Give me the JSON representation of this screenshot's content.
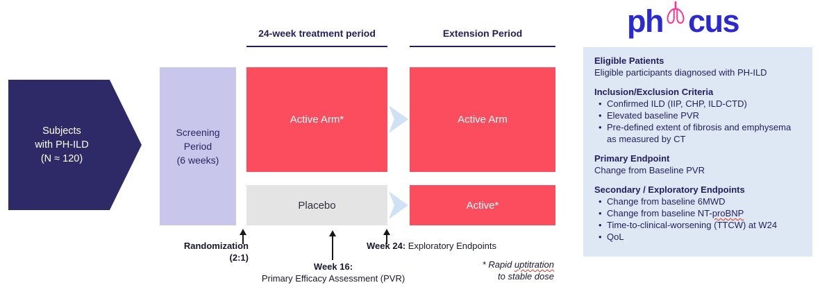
{
  "logo": {
    "left": "ph",
    "right": "cus"
  },
  "headers": {
    "treatment": "24-week treatment period",
    "extension": "Extension Period"
  },
  "flow": {
    "subjects": "Subjects\nwith PH-ILD\n(N ≈ 120)",
    "screening": "Screening\nPeriod\n(6 weeks)",
    "active_arm_treatment": "Active Arm*",
    "placebo": "Placebo",
    "active_arm_extension": "Active Arm",
    "active_extension": "Active*"
  },
  "annotations": {
    "randomization_line1": "Randomization",
    "randomization_line2": "(2:1)",
    "week16_bold": "Week 16:",
    "week16_text": "Primary Efficacy Assessment (PVR)",
    "week24_bold": "Week 24:",
    "week24_text": "Exploratory Endpoints",
    "footnote_prefix": "* Rapid ",
    "footnote_word": "uptitration",
    "footnote_line2": "to stable dose"
  },
  "panel": {
    "eligible_title": "Eligible Patients",
    "eligible_text": "Eligible participants diagnosed with PH-ILD",
    "inclusion_title": "Inclusion/Exclusion Criteria",
    "inclusion_bullets": [
      "Confirmed ILD (IIP, CHP, ILD-CTD)",
      "Elevated baseline PVR",
      "Pre-defined extent of fibrosis and emphysema as measured by CT"
    ],
    "primary_title": "Primary Endpoint",
    "primary_text": "Change from Baseline PVR",
    "secondary_title": "Secondary / Exploratory Endpoints",
    "secondary_bullets": {
      "b0": "Change from baseline 6MWD",
      "b1_pre": "Change from baseline NT-",
      "b1_word": "proBNP",
      "b2": "Time-to-clinical-worsening (TTCW) at W24",
      "b3": "QoL"
    }
  },
  "colors": {
    "navy": "#2e2a68",
    "red": "#fb4d5d",
    "lavender": "#c9c6ec",
    "placebo_gray": "#e4e4e4",
    "flow_arrow_blue": "#cfe1f5",
    "panel_bg": "#dee8f5",
    "panel_text": "#221d5e",
    "logo_blue": "#2b2ad0",
    "logo_pink": "#ff2e8f"
  }
}
